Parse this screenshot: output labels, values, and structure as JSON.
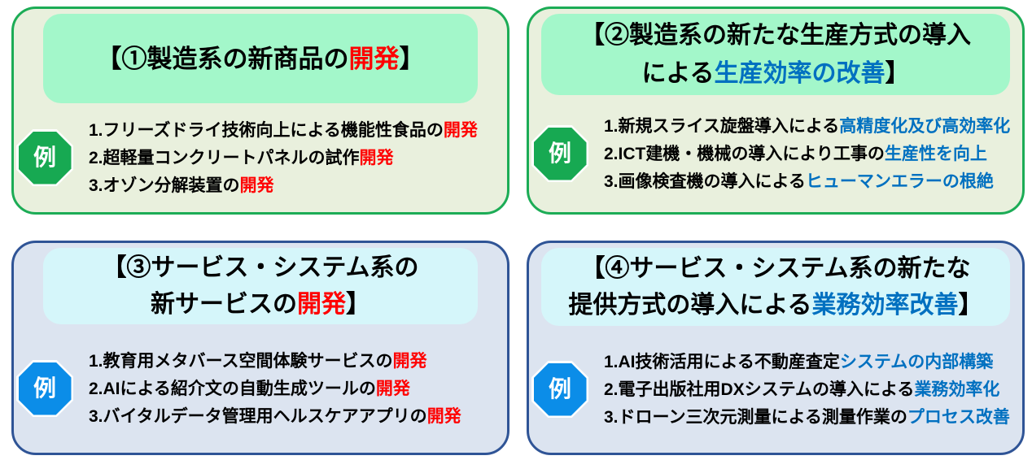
{
  "colors": {
    "page_background": "#FFFFFF",
    "black_text": "#000000",
    "red_text": "#FF0000",
    "blue_text": "#0070C0",
    "badge_text": "#FFFFFF",
    "green_border": "#1CAC56",
    "green_box_fill": "#E9F0DD",
    "mint_header_fill": "#A3F7CA",
    "green_badge_fill": "#17A952",
    "navy_border": "#2F5496",
    "blue_box_fill": "#DCE4F0",
    "cyan_header_fill": "#D5F6FA",
    "blue_badge_fill": "#0B8DE8"
  },
  "boxes": [
    {
      "theme": "green",
      "badge_label": "例",
      "title_lines": [
        {
          "segments": [
            {
              "text": "【①製造系の新商品の",
              "color": "black"
            },
            {
              "text": "開発",
              "color": "red"
            },
            {
              "text": "】",
              "color": "black"
            }
          ]
        }
      ],
      "items": [
        {
          "segments": [
            {
              "text": "1.フリーズドライ技術向上による機能性食品の",
              "color": "black"
            },
            {
              "text": "開発",
              "color": "red"
            }
          ]
        },
        {
          "segments": [
            {
              "text": "2.超軽量コンクリートパネルの試作",
              "color": "black"
            },
            {
              "text": "開発",
              "color": "red"
            }
          ]
        },
        {
          "segments": [
            {
              "text": "3.オゾン分解装置の",
              "color": "black"
            },
            {
              "text": "開発",
              "color": "red"
            }
          ]
        }
      ]
    },
    {
      "theme": "green",
      "badge_label": "例",
      "title_lines": [
        {
          "segments": [
            {
              "text": "【②製造系の新たな生産方式の導入",
              "color": "black"
            }
          ]
        },
        {
          "segments": [
            {
              "text": "による",
              "color": "black"
            },
            {
              "text": "生産効率の改善",
              "color": "blue"
            },
            {
              "text": "】",
              "color": "black"
            }
          ]
        }
      ],
      "items": [
        {
          "segments": [
            {
              "text": "1.新規スライス旋盤導入による",
              "color": "black"
            },
            {
              "text": "高精度化及び高効率化",
              "color": "blue"
            }
          ]
        },
        {
          "segments": [
            {
              "text": "2.ICT建機・機械の導入により工事の",
              "color": "black"
            },
            {
              "text": "生産性を向上",
              "color": "blue"
            }
          ]
        },
        {
          "segments": [
            {
              "text": "3.画像検査機の導入による",
              "color": "black"
            },
            {
              "text": "ヒューマンエラーの根絶",
              "color": "blue"
            }
          ]
        }
      ]
    },
    {
      "theme": "blue",
      "badge_label": "例",
      "title_lines": [
        {
          "segments": [
            {
              "text": "【③サービス・システム系の",
              "color": "black"
            }
          ]
        },
        {
          "segments": [
            {
              "text": "新サービスの",
              "color": "black"
            },
            {
              "text": "開発",
              "color": "red"
            },
            {
              "text": "】",
              "color": "black"
            }
          ]
        }
      ],
      "items": [
        {
          "segments": [
            {
              "text": "1.教育用メタバース空間体験サービスの",
              "color": "black"
            },
            {
              "text": "開発",
              "color": "red"
            }
          ]
        },
        {
          "segments": [
            {
              "text": "2.AIによる紹介文の自動生成ツールの",
              "color": "black"
            },
            {
              "text": "開発",
              "color": "red"
            }
          ]
        },
        {
          "segments": [
            {
              "text": "3.バイタルデータ管理用ヘルスケアアプリの",
              "color": "black"
            },
            {
              "text": "開発",
              "color": "red"
            }
          ]
        }
      ]
    },
    {
      "theme": "blue",
      "badge_label": "例",
      "title_lines": [
        {
          "segments": [
            {
              "text": "【④サービス・システム系の新たな",
              "color": "black"
            }
          ]
        },
        {
          "segments": [
            {
              "text": "提供方式の導入による",
              "color": "black"
            },
            {
              "text": "業務効率改善",
              "color": "blue"
            },
            {
              "text": "】",
              "color": "black"
            }
          ]
        }
      ],
      "items": [
        {
          "segments": [
            {
              "text": "1.AI技術活用による不動産査定",
              "color": "black"
            },
            {
              "text": "システムの内部構築",
              "color": "blue"
            }
          ]
        },
        {
          "segments": [
            {
              "text": "2.電子出版社用DXシステムの導入による",
              "color": "black"
            },
            {
              "text": "業務効率化",
              "color": "blue"
            }
          ]
        },
        {
          "segments": [
            {
              "text": "3.ドローン三次元測量による測量作業の",
              "color": "black"
            },
            {
              "text": "プロセス改善",
              "color": "blue"
            }
          ]
        }
      ]
    }
  ]
}
